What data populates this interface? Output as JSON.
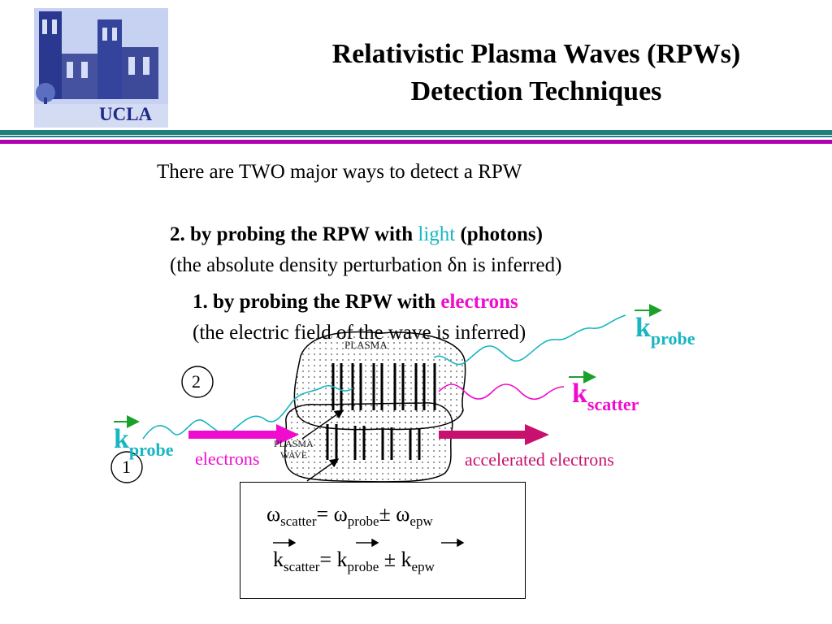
{
  "header": {
    "title_line1": "Relativistic Plasma Waves (RPWs)",
    "title_line2": "Detection Techniques",
    "logo_text": "UCLA"
  },
  "body": {
    "intro": "There are TWO major ways to detect a RPW",
    "item2_prefix": "2. by probing the RPW with ",
    "item2_highlight": "light",
    "item2_suffix": " (photons)",
    "item2_detail": "(the absolute density perturbation δn is inferred)",
    "item1_prefix": "1. by probing the RPW with ",
    "item1_highlight": "electrons",
    "item1_detail": "(the electric field of the wave is inferred)"
  },
  "diagram": {
    "k": "k",
    "probe_sub": "probe",
    "scatter_sub": "scatter",
    "plasma_label": "PLASMA",
    "plasma_wave_label_1": "PLASMA",
    "plasma_wave_label_2": "WAVE",
    "electrons_label": "electrons",
    "accelerated_label": "accelerated electrons",
    "circle_1": "1",
    "circle_2": "2"
  },
  "equations": {
    "omega": "ω",
    "k": "k",
    "scatter": "scatter",
    "probe": "probe",
    "epw": "epw",
    "equals": "= ",
    "plusminus": "± "
  },
  "colors": {
    "cyan": "#17b6c1",
    "magenta": "#f00ccf",
    "accel": "#c8106e",
    "green": "#1aa12a",
    "rule_teal": "#1f7f7f",
    "rule_purple": "#b000b0"
  }
}
